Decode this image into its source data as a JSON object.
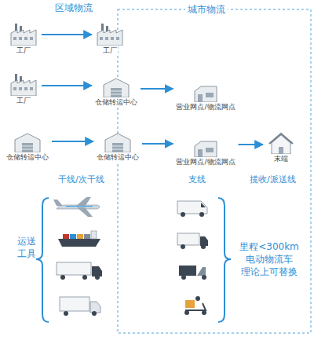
{
  "diagram": {
    "nodes": [
      {
        "text": [
          "工厂"
        ]
      },
      {
        "text": [
          "工厂"
        ]
      },
      {
        "text": [
          "工厂"
        ]
      },
      {
        "text": [
          "仓储转运中心"
        ]
      },
      {
        "text": [
          "营业网点/物流网点"
        ]
      },
      {
        "text": [
          "仓储转运中心"
        ]
      },
      {
        "text": [
          "仓储转运中心"
        ]
      },
      {
        "text": [
          "营业网点/物流网点"
        ]
      },
      {
        "text": [
          "末端"
        ]
      }
    ],
    "edges": [
      {
        "from": 0,
        "to": 1,
        "arrow": "to"
      },
      {
        "from": 2,
        "to": 3,
        "arrow": "to"
      },
      {
        "from": 3,
        "to": 4,
        "arrow": "to"
      },
      {
        "from": 5,
        "to": 6,
        "arrow": "to"
      },
      {
        "from": 6,
        "to": 7,
        "arrow": "to"
      },
      {
        "from": 7,
        "to": 8,
        "arrow": "to"
      }
    ],
    "labels": [
      "区域物流",
      "城市物流",
      "干线/次干线",
      "支线",
      "揽收/派送线",
      "运送工具",
      "里程<300km 电动物流车 理论上可替换"
    ]
  }
}
